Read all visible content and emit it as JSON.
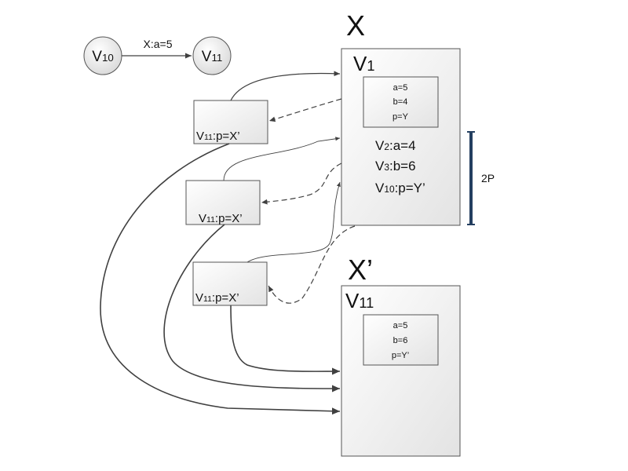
{
  "nodes": {
    "v10": {
      "main": "V",
      "sub": "10"
    },
    "v11": {
      "main": "V",
      "sub": "11"
    },
    "edge_label": "X:a=5"
  },
  "snapshot_x": {
    "title": "X",
    "version": {
      "main": "V",
      "sub": "1"
    },
    "inner_lines": [
      "a=5",
      "b=4",
      "p=Y"
    ],
    "entries": [
      {
        "main": "V",
        "sub": "2",
        "rest": ":a=4"
      },
      {
        "main": "V",
        "sub": "3",
        "rest": ":b=6"
      },
      {
        "main": "V",
        "sub": "10",
        "rest": ":p=Y’"
      }
    ]
  },
  "snapshot_x_prime": {
    "title": "X’",
    "version": {
      "main": "V",
      "sub": "11"
    },
    "inner_lines": [
      "a=5",
      "b=6",
      "p=Y’"
    ]
  },
  "messages": [
    {
      "main": "V",
      "sub": "11",
      "rest": ":p=X’"
    },
    {
      "main": "V",
      "sub": "11",
      "rest": ":p=X’"
    },
    {
      "main": "V",
      "sub": "11",
      "rest": ":p=X’"
    }
  ],
  "interval_label": "2P",
  "colors": {
    "stroke": "#404040",
    "box_border": "#555555",
    "circle_fill_light": "#ffffff",
    "circle_fill_dark": "#d9d9d9",
    "interval_bar": "#243f60"
  }
}
